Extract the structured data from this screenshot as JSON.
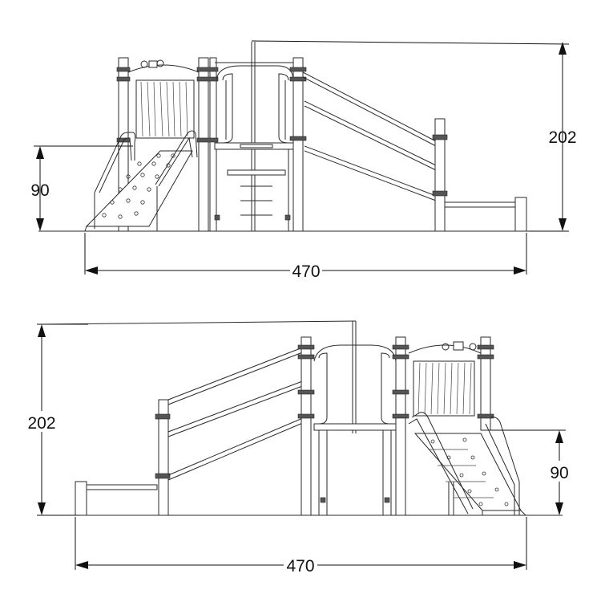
{
  "views": [
    {
      "id": "top-view",
      "height_label": "202",
      "platform_height_label": "90",
      "width_label": "470"
    },
    {
      "id": "bottom-view",
      "height_label": "202",
      "platform_height_label": "90",
      "width_label": "470"
    }
  ]
}
